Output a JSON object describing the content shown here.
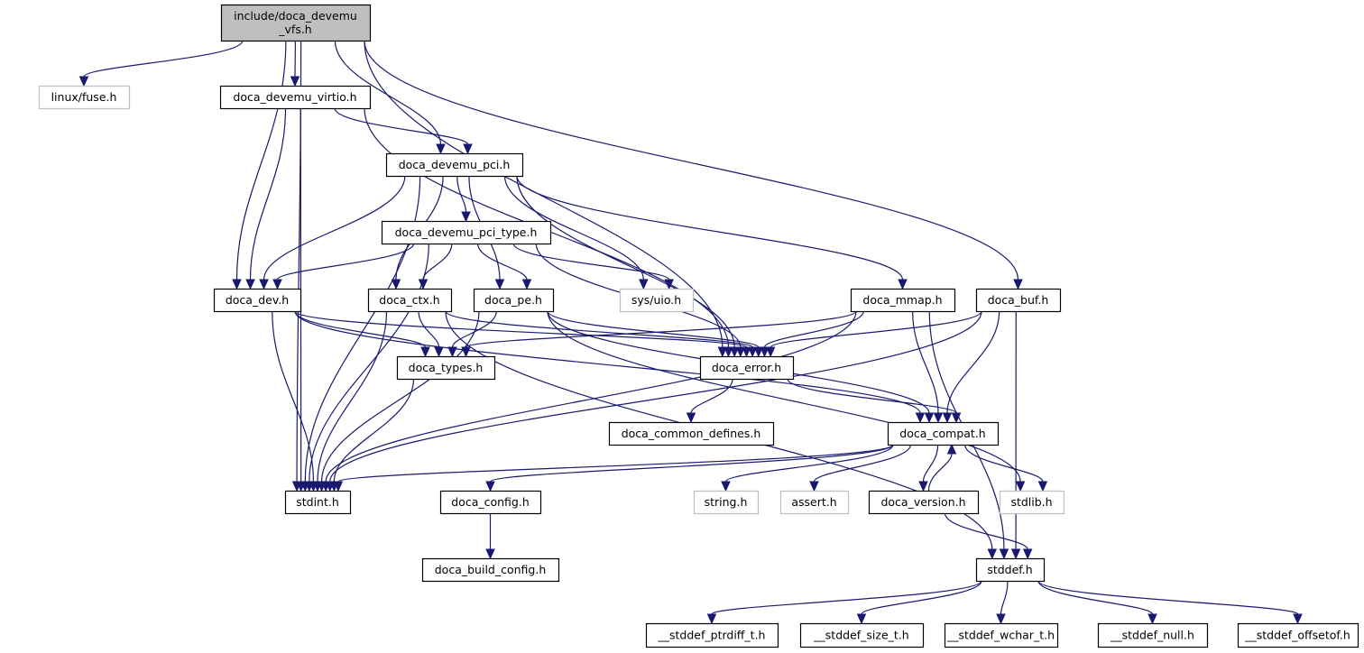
{
  "graph": {
    "title": "include/doca_devemu_vfs.h include dependency graph",
    "colors": {
      "edge": "#191970",
      "root_fill": "#bfbfbf",
      "node_border": "#000000",
      "external_border": "#bfbfbf"
    },
    "nodes": [
      {
        "id": "root",
        "label_lines": [
          "include/doca_devemu",
          "_vfs.h"
        ],
        "kind": "root"
      },
      {
        "id": "linux_fuse",
        "label_lines": [
          "linux/fuse.h"
        ],
        "kind": "external"
      },
      {
        "id": "devemu_virtio",
        "label_lines": [
          "doca_devemu_virtio.h"
        ],
        "kind": "documented"
      },
      {
        "id": "devemu_pci",
        "label_lines": [
          "doca_devemu_pci.h"
        ],
        "kind": "documented"
      },
      {
        "id": "devemu_pci_type",
        "label_lines": [
          "doca_devemu_pci_type.h"
        ],
        "kind": "documented"
      },
      {
        "id": "dev",
        "label_lines": [
          "doca_dev.h"
        ],
        "kind": "documented"
      },
      {
        "id": "ctx",
        "label_lines": [
          "doca_ctx.h"
        ],
        "kind": "documented"
      },
      {
        "id": "pe",
        "label_lines": [
          "doca_pe.h"
        ],
        "kind": "documented"
      },
      {
        "id": "sys_uio",
        "label_lines": [
          "sys/uio.h"
        ],
        "kind": "external"
      },
      {
        "id": "mmap",
        "label_lines": [
          "doca_mmap.h"
        ],
        "kind": "documented"
      },
      {
        "id": "buf",
        "label_lines": [
          "doca_buf.h"
        ],
        "kind": "documented"
      },
      {
        "id": "types",
        "label_lines": [
          "doca_types.h"
        ],
        "kind": "documented"
      },
      {
        "id": "error",
        "label_lines": [
          "doca_error.h"
        ],
        "kind": "documented"
      },
      {
        "id": "common_defines",
        "label_lines": [
          "doca_common_defines.h"
        ],
        "kind": "documented"
      },
      {
        "id": "compat",
        "label_lines": [
          "doca_compat.h"
        ],
        "kind": "documented"
      },
      {
        "id": "stdint",
        "label_lines": [
          "stdint.h"
        ],
        "kind": "documented"
      },
      {
        "id": "config",
        "label_lines": [
          "doca_config.h"
        ],
        "kind": "documented"
      },
      {
        "id": "string",
        "label_lines": [
          "string.h"
        ],
        "kind": "external"
      },
      {
        "id": "assert",
        "label_lines": [
          "assert.h"
        ],
        "kind": "external"
      },
      {
        "id": "version",
        "label_lines": [
          "doca_version.h"
        ],
        "kind": "documented"
      },
      {
        "id": "stdlib",
        "label_lines": [
          "stdlib.h"
        ],
        "kind": "external"
      },
      {
        "id": "build_config",
        "label_lines": [
          "doca_build_config.h"
        ],
        "kind": "documented"
      },
      {
        "id": "stddef",
        "label_lines": [
          "stddef.h"
        ],
        "kind": "documented"
      },
      {
        "id": "ptrdiff",
        "label_lines": [
          "__stddef_ptrdiff_t.h"
        ],
        "kind": "documented"
      },
      {
        "id": "size_t",
        "label_lines": [
          "__stddef_size_t.h"
        ],
        "kind": "documented"
      },
      {
        "id": "wchar",
        "label_lines": [
          "__stddef_wchar_t.h"
        ],
        "kind": "documented"
      },
      {
        "id": "null",
        "label_lines": [
          "__stddef_null.h"
        ],
        "kind": "documented"
      },
      {
        "id": "offsetof",
        "label_lines": [
          "__stddef_offsetof.h"
        ],
        "kind": "documented"
      }
    ],
    "edges": [
      [
        "root",
        "stdint"
      ],
      [
        "root",
        "linux_fuse"
      ],
      [
        "root",
        "dev"
      ],
      [
        "root",
        "devemu_virtio"
      ],
      [
        "root",
        "devemu_pci"
      ],
      [
        "root",
        "error"
      ],
      [
        "root",
        "buf"
      ],
      [
        "devemu_virtio",
        "stdint"
      ],
      [
        "devemu_virtio",
        "dev"
      ],
      [
        "devemu_virtio",
        "devemu_pci"
      ],
      [
        "devemu_virtio",
        "error"
      ],
      [
        "devemu_pci",
        "stdint"
      ],
      [
        "devemu_pci",
        "dev"
      ],
      [
        "devemu_pci",
        "ctx"
      ],
      [
        "devemu_pci",
        "devemu_pci_type"
      ],
      [
        "devemu_pci",
        "pe"
      ],
      [
        "devemu_pci",
        "sys_uio"
      ],
      [
        "devemu_pci",
        "error"
      ],
      [
        "devemu_pci",
        "mmap"
      ],
      [
        "devemu_pci_type",
        "dev"
      ],
      [
        "devemu_pci_type",
        "stdint"
      ],
      [
        "devemu_pci_type",
        "ctx"
      ],
      [
        "devemu_pci_type",
        "pe"
      ],
      [
        "devemu_pci_type",
        "sys_uio"
      ],
      [
        "devemu_pci_type",
        "error"
      ],
      [
        "dev",
        "stdint"
      ],
      [
        "dev",
        "types"
      ],
      [
        "dev",
        "error"
      ],
      [
        "dev",
        "compat"
      ],
      [
        "ctx",
        "stdint"
      ],
      [
        "ctx",
        "types"
      ],
      [
        "ctx",
        "error"
      ],
      [
        "ctx",
        "stddef"
      ],
      [
        "pe",
        "types"
      ],
      [
        "pe",
        "stdint"
      ],
      [
        "pe",
        "error"
      ],
      [
        "pe",
        "compat"
      ],
      [
        "pe",
        "stdlib"
      ],
      [
        "mmap",
        "types"
      ],
      [
        "mmap",
        "error"
      ],
      [
        "mmap",
        "stdint"
      ],
      [
        "mmap",
        "compat"
      ],
      [
        "mmap",
        "stddef"
      ],
      [
        "buf",
        "error"
      ],
      [
        "buf",
        "stdint"
      ],
      [
        "buf",
        "compat"
      ],
      [
        "buf",
        "stddef"
      ],
      [
        "types",
        "stdint"
      ],
      [
        "error",
        "common_defines"
      ],
      [
        "error",
        "compat"
      ],
      [
        "compat",
        "stdint"
      ],
      [
        "compat",
        "config"
      ],
      [
        "compat",
        "string"
      ],
      [
        "compat",
        "assert"
      ],
      [
        "compat",
        "version"
      ],
      [
        "compat",
        "stdlib"
      ],
      [
        "version",
        "compat"
      ],
      [
        "version",
        "stddef"
      ],
      [
        "config",
        "build_config"
      ],
      [
        "stddef",
        "ptrdiff"
      ],
      [
        "stddef",
        "size_t"
      ],
      [
        "stddef",
        "wchar"
      ],
      [
        "stddef",
        "null"
      ],
      [
        "stddef",
        "offsetof"
      ]
    ]
  }
}
